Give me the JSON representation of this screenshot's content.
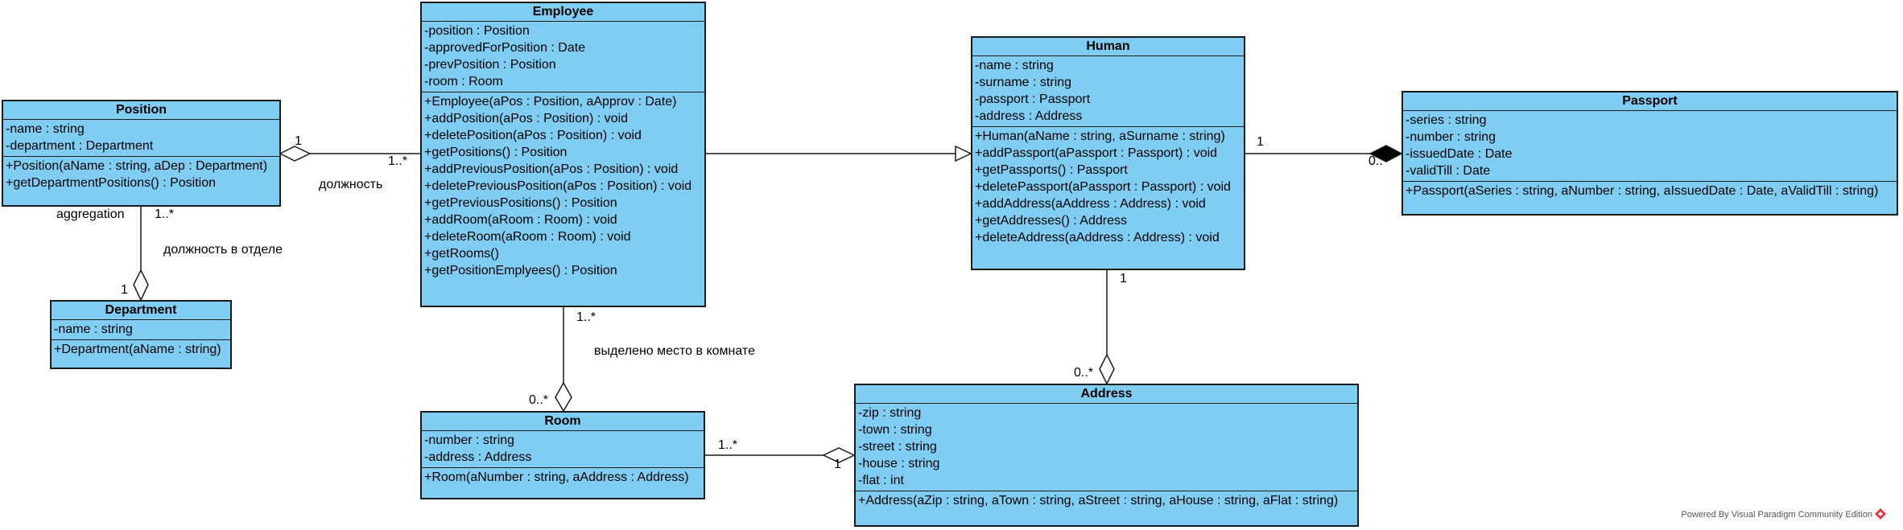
{
  "classes": {
    "position": {
      "name": "Position",
      "attributes": [
        "-name : string",
        "-department : Department"
      ],
      "operations": [
        "+Position(aName : string, aDep : Department)",
        "+getDepartmentPositions() : Position"
      ]
    },
    "department": {
      "name": "Department",
      "attributes": [
        "-name : string"
      ],
      "operations": [
        "+Department(aName : string)"
      ]
    },
    "employee": {
      "name": "Employee",
      "attributes": [
        "-position : Position",
        "-approvedForPosition : Date",
        "-prevPosition : Position",
        "-room : Room"
      ],
      "operations": [
        "+Employee(aPos : Position, aApprov : Date)",
        "+addPosition(aPos : Position) : void",
        "+deletePosition(aPos : Position) : void",
        "+getPositions() : Position",
        "+addPreviousPosition(aPos : Position) : void",
        "+deletePreviousPosition(aPos : Position) : void",
        "+getPreviousPositions() : Position",
        "+addRoom(aRoom : Room) : void",
        "+deleteRoom(aRoom : Room) : void",
        "+getRooms()",
        "+getPositionEmplyees() : Position"
      ]
    },
    "human": {
      "name": "Human",
      "attributes": [
        "-name : string",
        "-surname : string",
        "-passport : Passport",
        "-address : Address"
      ],
      "operations": [
        "+Human(aName : string, aSurname : string)",
        "+addPassport(aPassport : Passport) : void",
        "+getPassports() : Passport",
        "+deletePassport(aPassport : Passport) : void",
        "+addAddress(aAddress : Address) : void",
        "+getAddresses() : Address",
        "+deleteAddress(aAddress : Address) : void"
      ]
    },
    "passport": {
      "name": "Passport",
      "attributes": [
        "-series : string",
        "-number : string",
        "-issuedDate : Date",
        "-validTill : Date"
      ],
      "operations": [
        "+Passport(aSeries : string, aNumber : string, aIssuedDate : Date, aValidTill : string)"
      ]
    },
    "room": {
      "name": "Room",
      "attributes": [
        "-number : string",
        "-address : Address"
      ],
      "operations": [
        "+Room(aNumber : string, aAddress : Address)"
      ]
    },
    "address": {
      "name": "Address",
      "attributes": [
        "-zip : string",
        "-town : string",
        "-street : string",
        "-house : string",
        "-flat : int"
      ],
      "operations": [
        "+Address(aZip : string, aTown : string, aStreet : string, aHouse : string, aFlat : string)"
      ]
    }
  },
  "labels": {
    "pos_emp_pos_mult": "1",
    "pos_emp_emp_mult": "1..*",
    "pos_emp_name": "должность",
    "pos_dep_name": "aggregation",
    "pos_dep_pos_mult": "1..*",
    "pos_dep_role": "должность в отделе",
    "pos_dep_dep_mult": "1",
    "emp_room_emp_mult": "1..*",
    "emp_room_name": "выделено место в комнате",
    "emp_room_room_mult": "0..*",
    "room_addr_room_mult": "1..*",
    "room_addr_addr_mult": "1",
    "human_addr_human_mult": "1",
    "human_addr_addr_mult": "0..*",
    "human_pass_human_mult": "1",
    "human_pass_pass_mult": "0.."
  },
  "footer": {
    "text": "Powered By  Visual Paradigm Community Edition",
    "icon": "visual-paradigm-logo-icon",
    "icon_color": "#e8333b"
  },
  "colors": {
    "class_fill": "#7fcdf3",
    "border": "#1a1a1a"
  }
}
